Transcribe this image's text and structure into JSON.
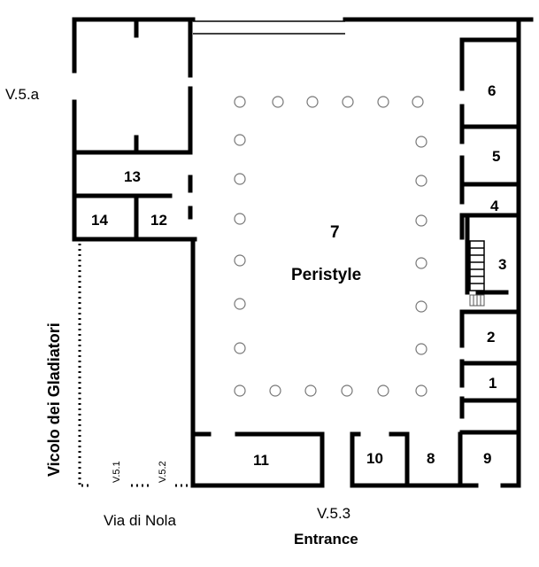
{
  "rooms": {
    "r1": "1",
    "r2": "2",
    "r3": "3",
    "r4": "4",
    "r5": "5",
    "r6": "6",
    "r7": "7",
    "r8": "8",
    "r9": "9",
    "r10": "10",
    "r11": "11",
    "r12": "12",
    "r13": "13",
    "r14": "14"
  },
  "labels": {
    "peristyle": "Peristyle",
    "v5a": "V.5.a",
    "v51": "V.5.1",
    "v52": "V.5.2",
    "v53": "V.5.3",
    "entrance": "Entrance",
    "via_di_nola": "Via di Nola",
    "vicolo": "Vicolo dei Gladiatori"
  },
  "colors": {
    "wall": "#000000",
    "column_outline": "#777777",
    "background": "#ffffff"
  }
}
